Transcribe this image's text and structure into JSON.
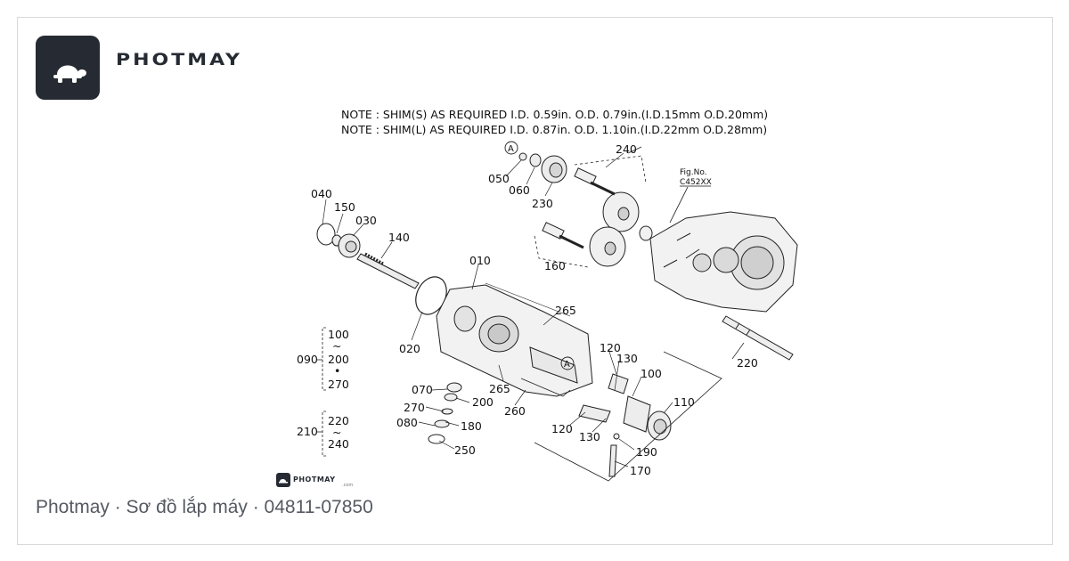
{
  "brand": {
    "name": "PHOTMAY",
    "icon": "turtle-icon",
    "color_bg": "#262b33",
    "color_text": "#262b33"
  },
  "diagram": {
    "notes": [
      "NOTE : SHIM(S) AS REQUIRED I.D. 0.59in. O.D. 0.79in.(I.D.15mm O.D.20mm)",
      "NOTE : SHIM(L) AS REQUIRED I.D. 0.87in. O.D. 1.10in.(I.D.22mm O.D.28mm)"
    ],
    "fig_ref": {
      "line1": "Fig.No.",
      "line2": "C452XX"
    },
    "marker": "A",
    "part_numbers": {
      "p010": "010",
      "p020": "020",
      "p030": "030",
      "p040": "040",
      "p050": "050",
      "p060": "060",
      "p070": "070",
      "p080": "080",
      "p100": "100",
      "p110": "110",
      "p120a": "120",
      "p120b": "120",
      "p130a": "130",
      "p130b": "130",
      "p140": "140",
      "p150": "150",
      "p160": "160",
      "p170": "170",
      "p180": "180",
      "p190": "190",
      "p200": "200",
      "p220": "220",
      "p230": "230",
      "p240": "240",
      "p250": "250",
      "p260": "260",
      "p265a": "265",
      "p265b": "265",
      "p270": "270"
    },
    "groups": [
      {
        "label": "090",
        "items": [
          "100",
          "~",
          "200",
          "•",
          "270"
        ]
      },
      {
        "label": "210",
        "items": [
          "220",
          "~",
          "240"
        ]
      }
    ],
    "watermark": {
      "name": "PHOTMAY",
      "sub": ".com"
    }
  },
  "caption": "Photmay · Sơ đồ lắp máy · 04811-07850"
}
